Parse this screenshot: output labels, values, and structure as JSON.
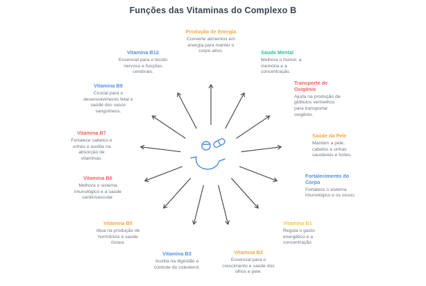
{
  "title": "Funções das Vitaminas do Complexo B",
  "center": {
    "icon": "hand-holding-pills"
  },
  "palette": {
    "arrow": "#4b4b4b",
    "icon_blue": "#5291e0",
    "title_text": "#3b4252",
    "body_text": "#6e7680"
  },
  "items": [
    {
      "label": "Produção de Energia",
      "color": "#f5a63c",
      "description": "Converte alimentos em energia para manter o corpo ativo."
    },
    {
      "label": "Saúde Mental",
      "color": "#2fbf8f",
      "description": "Melhora o humor, a memória e a concentração."
    },
    {
      "label": "Transporte de Oxigênio",
      "color": "#f25e5e",
      "description": "Ajuda na produção de glóbulos vermelhos para transportar oxigênio."
    },
    {
      "label": "Saúde da Pele",
      "color": "#f5a63c",
      "description": "Mantém a pele, cabelos e unhas saudáveis e fortes."
    },
    {
      "label": "Fortalecimento do Corpo",
      "color": "#5291e0",
      "description": "Fortalece o sistema imunológico e os ossos."
    },
    {
      "label": "Vitamina B1",
      "color": "#f6c344",
      "description": "Regula o gasto energético e a concentração."
    },
    {
      "label": "Vitamina B2",
      "color": "#f5a63c",
      "description": "Essencial para o crescimento e saúde dos olhos e pele."
    },
    {
      "label": "Vitamina B3",
      "color": "#5291e0",
      "description": "Auxilia na digestão e controle do colesterol."
    },
    {
      "label": "Vitamina B5",
      "color": "#f5a63c",
      "description": "Atua na produção de hormônios e saúde óssea."
    },
    {
      "label": "Vitamina B6",
      "color": "#f25e5e",
      "description": "Melhora o sistema imunológico e a saúde cardiovascular."
    },
    {
      "label": "Vitamina B7",
      "color": "#f25e5e",
      "description": "Fortalece cabelos e unhas e auxilia na absorção de vitaminas."
    },
    {
      "label": "Vitamina B9",
      "color": "#5291e0",
      "description": "Crucial para o desenvolvimento fetal e saúde dos vasos sanguíneos."
    },
    {
      "label": "Vitamina B12",
      "color": "#5291e0",
      "description": "Essencial para o tecido nervoso e funções cerebrais."
    }
  ]
}
